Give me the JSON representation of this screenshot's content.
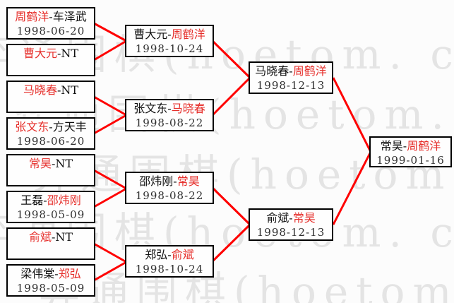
{
  "watermark": {
    "text": "弈通围棋(hoetom. com)"
  },
  "colors": {
    "winner_name": "#e62e2a",
    "connector_line": "#ff0000",
    "box_border": "#000000",
    "watermark_text": "#e4e4e4"
  },
  "bracket": {
    "r1": [
      {
        "pre": "",
        "winner": "周鹤洋",
        "post": "-车泽武",
        "date": "1998-06-20"
      },
      {
        "pre": "",
        "winner": "曹大元",
        "post": "-NT",
        "date": ""
      },
      {
        "pre": "",
        "winner": "马晓春",
        "post": "-NT",
        "date": ""
      },
      {
        "pre": "",
        "winner": "张文东",
        "post": "-方天丰",
        "date": "1998-06-20"
      },
      {
        "pre": "",
        "winner": "常昊",
        "post": "-NT",
        "date": ""
      },
      {
        "pre": "王磊-",
        "winner": "邵炜刚",
        "post": "",
        "date": "1998-05-09"
      },
      {
        "pre": "",
        "winner": "俞斌",
        "post": "-NT",
        "date": ""
      },
      {
        "pre": "梁伟棠-",
        "winner": "郑弘",
        "post": "",
        "date": "1998-05-09"
      }
    ],
    "r2": [
      {
        "pre": "曹大元-",
        "winner": "周鹤洋",
        "post": "",
        "date": "1998-10-24"
      },
      {
        "pre": "张文东-",
        "winner": "马晓春",
        "post": "",
        "date": "1998-08-22"
      },
      {
        "pre": "邵炜刚-",
        "winner": "常昊",
        "post": "",
        "date": "1998-08-22"
      },
      {
        "pre": "郑弘-",
        "winner": "俞斌",
        "post": "",
        "date": "1998-10-24"
      }
    ],
    "r3": [
      {
        "pre": "马晓春-",
        "winner": "周鹤洋",
        "post": "",
        "date": "1998-12-13"
      },
      {
        "pre": "俞斌-",
        "winner": "常昊",
        "post": "",
        "date": "1998-12-13"
      }
    ],
    "final": [
      {
        "pre": "常昊-",
        "winner": "周鹤洋",
        "post": "",
        "date": "1999-01-16"
      }
    ]
  }
}
